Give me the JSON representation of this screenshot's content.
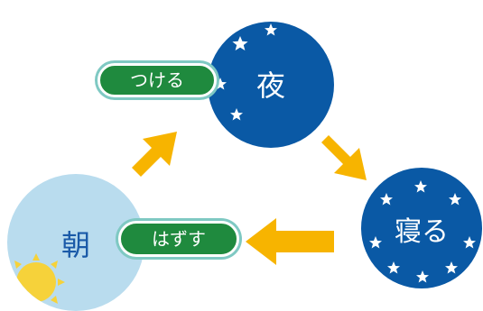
{
  "colors": {
    "navy": "#0a59a5",
    "morning": "#b9dcee",
    "green": "#1f8a3e",
    "green_ring": "#7fc9c3",
    "arrow": "#f7b400",
    "sun": "#f6d23a"
  },
  "icons": {
    "moon": "crescent-moon-icon",
    "star": "star-icon",
    "sun": "sun-icon"
  },
  "stages": {
    "morning": "朝",
    "night": "夜",
    "sleep": "寝る"
  },
  "actions": {
    "wear": "つける",
    "remove": "はずす"
  }
}
